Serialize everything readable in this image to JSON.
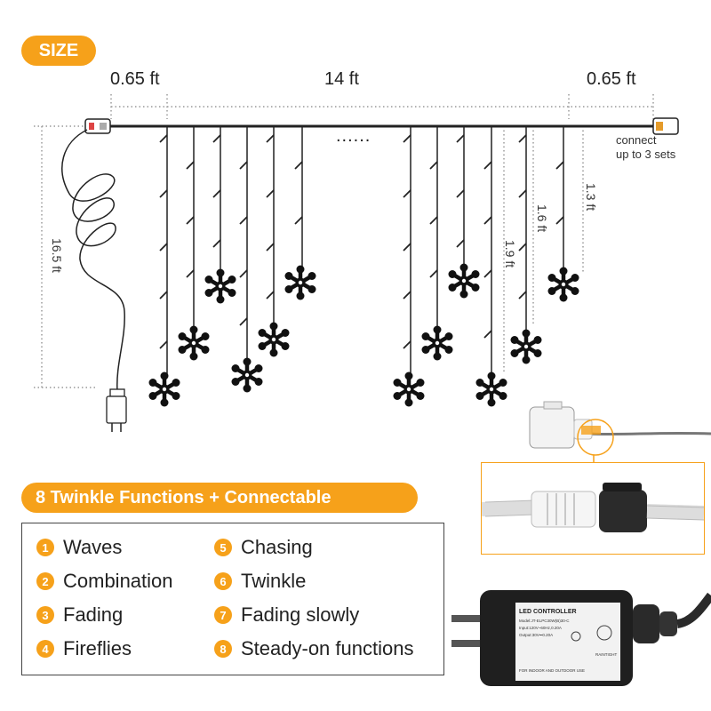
{
  "size_badge": "SIZE",
  "dimensions": {
    "left_end": "0.65 ft",
    "middle": "14 ft",
    "right_end": "0.65 ft",
    "cord": "16.5 ft",
    "drop_short": "1.3 ft",
    "drop_mid": "1.6 ft",
    "drop_long": "1.9 ft",
    "dots": "......"
  },
  "connect_note": {
    "line1": "connect",
    "line2": "up to 3 sets"
  },
  "functions_title": "8 Twinkle Functions + Connectable",
  "functions": [
    {
      "num": "1",
      "label": "Waves"
    },
    {
      "num": "2",
      "label": "Combination"
    },
    {
      "num": "3",
      "label": "Fading"
    },
    {
      "num": "4",
      "label": "Fireflies"
    },
    {
      "num": "5",
      "label": "Chasing"
    },
    {
      "num": "6",
      "label": "Twinkle"
    },
    {
      "num": "7",
      "label": "Fading slowly"
    },
    {
      "num": "8",
      "label": "Steady-on functions"
    }
  ],
  "adapter_label": {
    "brand": "LED CONTROLLER",
    "line1": "Model:JT-ELPC30W(B)30-C",
    "line2": "Input:120V~60Hz,0.20A",
    "line3": "Output:30V⎓0.20A",
    "line4": "FOR INDOOR AND OUTDOOR USE",
    "line5": "RAINTIGHT"
  },
  "colors": {
    "accent": "#f6a11a"
  },
  "icons": [
    "snowflake-icon",
    "plug-icon",
    "connector-icon",
    "adapter-icon"
  ]
}
